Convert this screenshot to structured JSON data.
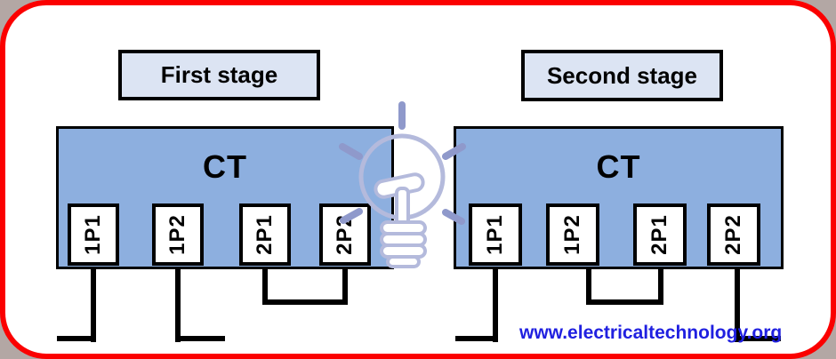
{
  "frame": {
    "outer_background": "#b3a7a4",
    "panel_background": "#ffffff",
    "border_color": "#fb0000"
  },
  "palette": {
    "ct_fill": "#8dafdf",
    "stage_title_fill": "#dce4f3",
    "outline": "#000000",
    "wire": "#000000",
    "watermark_line": "#b4badc",
    "watermark_ray": "#8f99cb",
    "url_color": "#2020e0"
  },
  "stages": [
    {
      "title": "First stage",
      "ct_label": "CT",
      "terminals": [
        "1P1",
        "1P2",
        "2P1",
        "2P2"
      ],
      "wiring": "2P1 and 2P2 shorted together below the CT; output leads taken from 1P1 and 1P2"
    },
    {
      "title": "Second stage",
      "ct_label": "CT",
      "terminals": [
        "1P1",
        "1P2",
        "2P1",
        "2P2"
      ],
      "wiring": "1P2 and 2P1 shorted together below the CT; output leads taken from 1P1 and 2P2"
    }
  ],
  "footer": {
    "url": "www.electricaltechnology.org"
  },
  "watermark": {
    "name": "lightbulb-watermark"
  }
}
